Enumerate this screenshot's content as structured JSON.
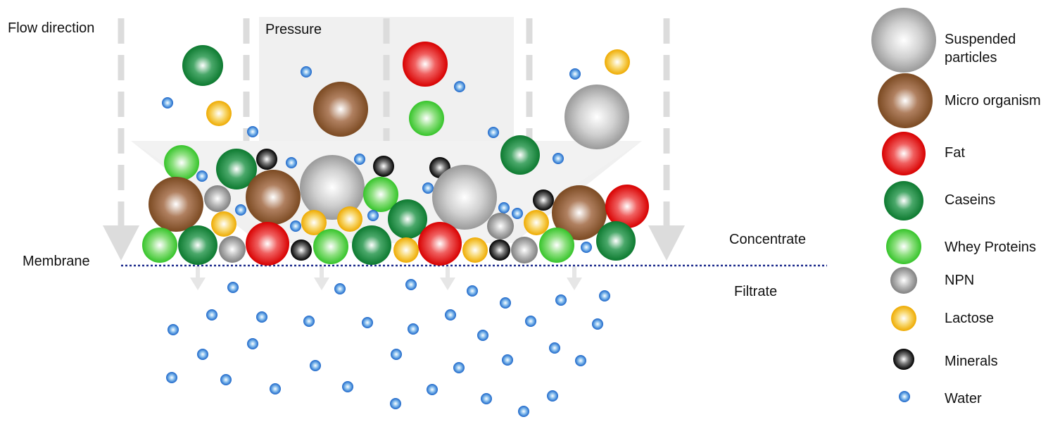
{
  "labels": {
    "flow_direction": "Flow direction",
    "pressure": "Pressure",
    "membrane": "Membrane",
    "concentrate": "Concentrate",
    "filtrate": "Filtrate"
  },
  "legend": {
    "suspended": "Suspended\nparticles",
    "micro": "Micro organism",
    "fat": "Fat",
    "caseins": "Caseins",
    "whey": "Whey Proteins",
    "npn": "NPN",
    "lactose": "Lactose",
    "minerals": "Minerals",
    "water": "Water"
  },
  "colors": {
    "suspended": "#a8a8a8",
    "micro": "#8b5a2b",
    "fat": "#e00000",
    "caseins": "#138a3a",
    "whey": "#3ecc2e",
    "npn": "#8c8c8c",
    "lactose": "#f2b400",
    "minerals": "#000000",
    "water": "#1c6fd1",
    "membrane_line": "#1c2a8c",
    "arrow": "#d9d9d9"
  }
}
